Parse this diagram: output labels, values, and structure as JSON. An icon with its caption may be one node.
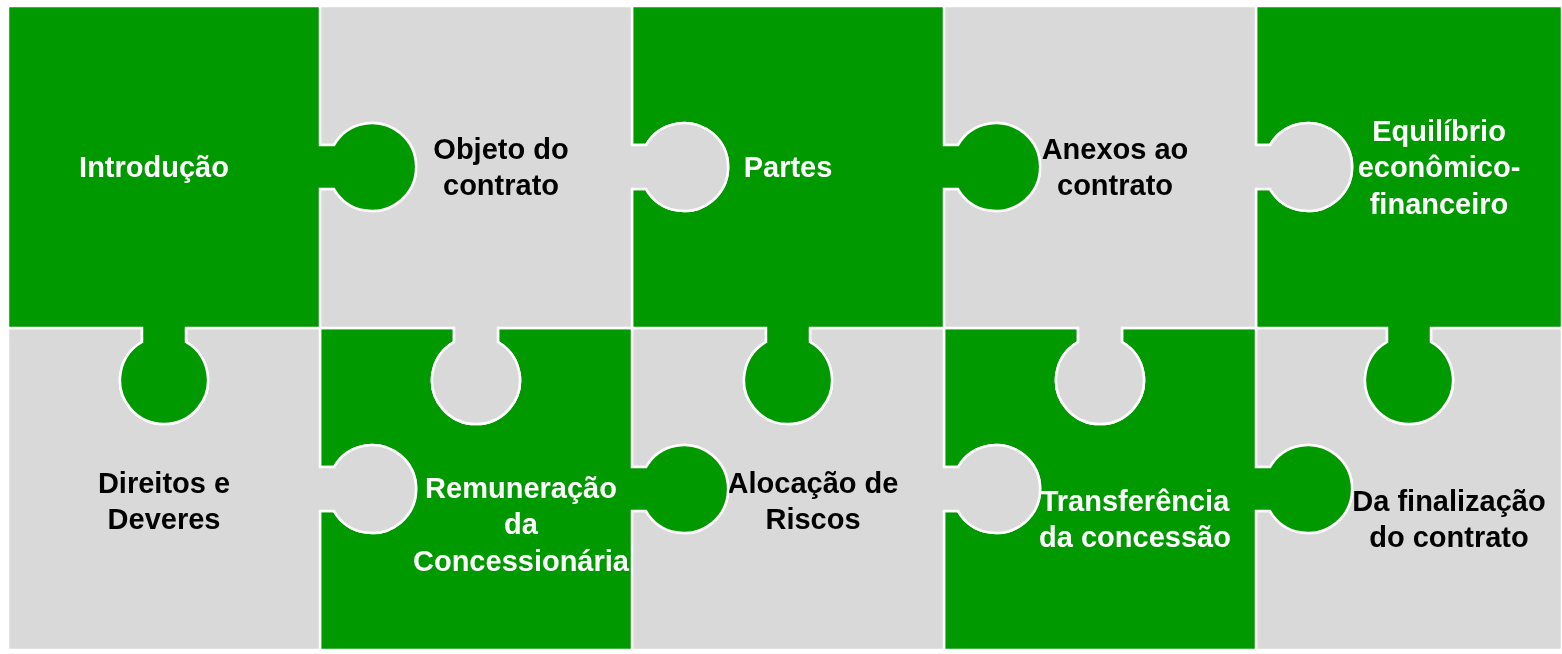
{
  "diagram": {
    "nodes": [
      {
        "text": [
          "Introdução"
        ]
      },
      {
        "text": [
          "Objeto do contrato"
        ]
      },
      {
        "text": [
          "Partes"
        ]
      },
      {
        "text": [
          "Anexos ao contrato"
        ]
      },
      {
        "text": [
          "Equilíbrio econômico-financeiro"
        ]
      },
      {
        "text": [
          "Direitos e Deveres"
        ]
      },
      {
        "text": [
          "Remuneração da Concessionária"
        ]
      },
      {
        "text": [
          "Alocação de Riscos"
        ]
      },
      {
        "text": [
          "Transferência da concessão"
        ]
      },
      {
        "text": [
          "Da finalização do contrato"
        ]
      }
    ]
  }
}
